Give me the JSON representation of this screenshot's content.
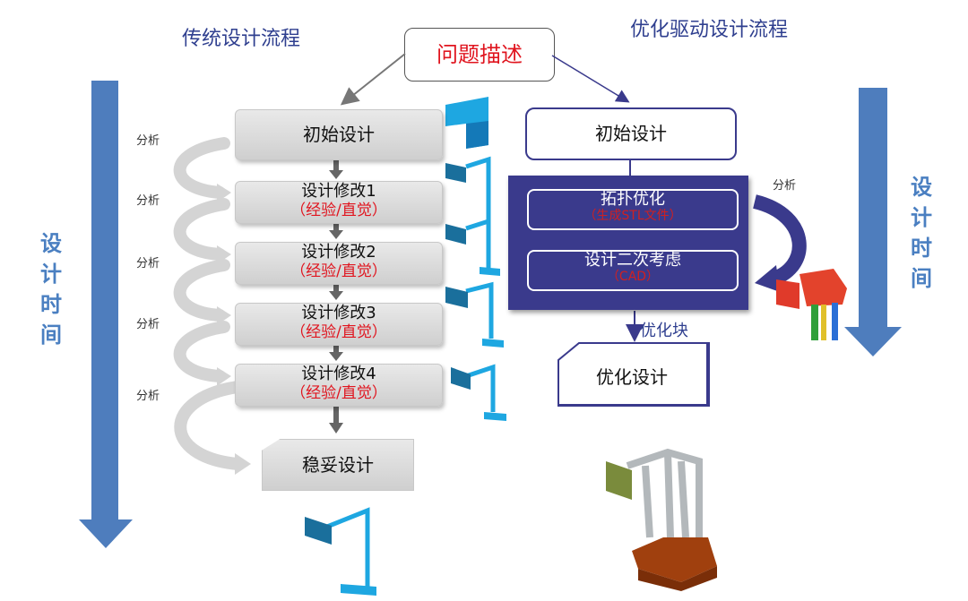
{
  "left_title": "传统设计流程",
  "right_title": "优化驱动设计流程",
  "problem": "问题描述",
  "left_time_label": [
    "设",
    "计",
    "时",
    "间"
  ],
  "right_time_label": [
    "设",
    "计",
    "时",
    "间"
  ],
  "analysis_label": "分析",
  "traditional": {
    "initial": "初始设计",
    "mods": [
      {
        "title": "设计修改1",
        "note": "（经验/直觉）"
      },
      {
        "title": "设计修改2",
        "note": "（经验/直觉）"
      },
      {
        "title": "设计修改3",
        "note": "（经验/直觉）"
      },
      {
        "title": "设计修改4",
        "note": "（经验/直觉）"
      }
    ],
    "final": "稳妥设计"
  },
  "optimized": {
    "initial": "初始设计",
    "topology": {
      "title": "拓扑优化",
      "note": "（生成STL文件）"
    },
    "secondary": {
      "title": "设计二次考虑",
      "note": "（CAD）"
    },
    "block_label": "优化块",
    "final": "优化设计"
  },
  "colors": {
    "arrow_blue": "#4e7dbd",
    "panel": "#3a3a8c",
    "red": "#e0141e"
  }
}
